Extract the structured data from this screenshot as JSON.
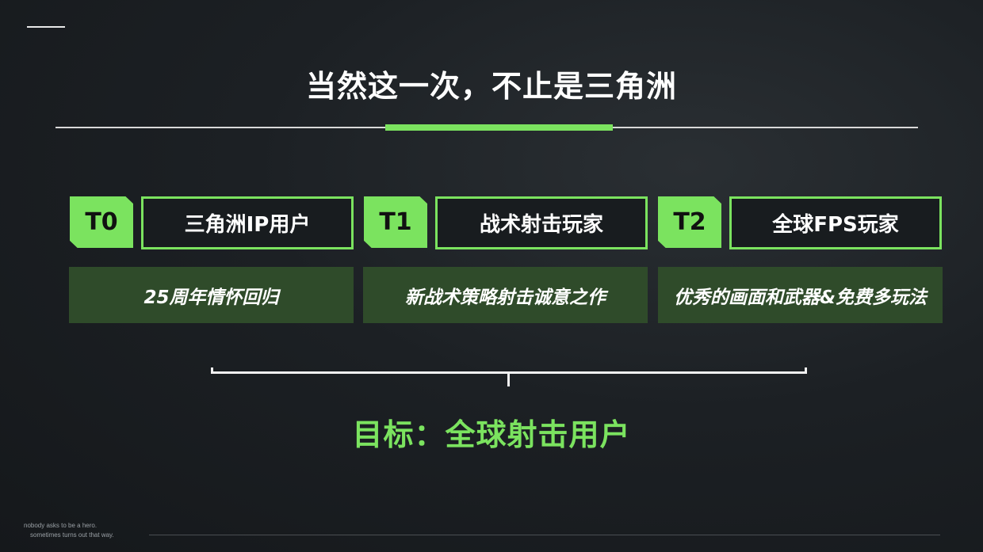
{
  "title": "当然这一次，不止是三角洲",
  "tiers": [
    {
      "badge": "T0",
      "label": "三角洲IP用户",
      "desc": "25周年情怀回归"
    },
    {
      "badge": "T1",
      "label": "战术射击玩家",
      "desc": "新战术策略射击诚意之作"
    },
    {
      "badge": "T2",
      "label": "全球FPS玩家",
      "desc": "优秀的画面和武器&免费多玩法"
    }
  ],
  "goal": "目标：全球射击用户",
  "footer": {
    "line1": "nobody asks to be a hero.",
    "line2": "sometimes turns out that way."
  },
  "colors": {
    "accent": "#7be35f",
    "desc_bg": "#2f4b2a"
  }
}
